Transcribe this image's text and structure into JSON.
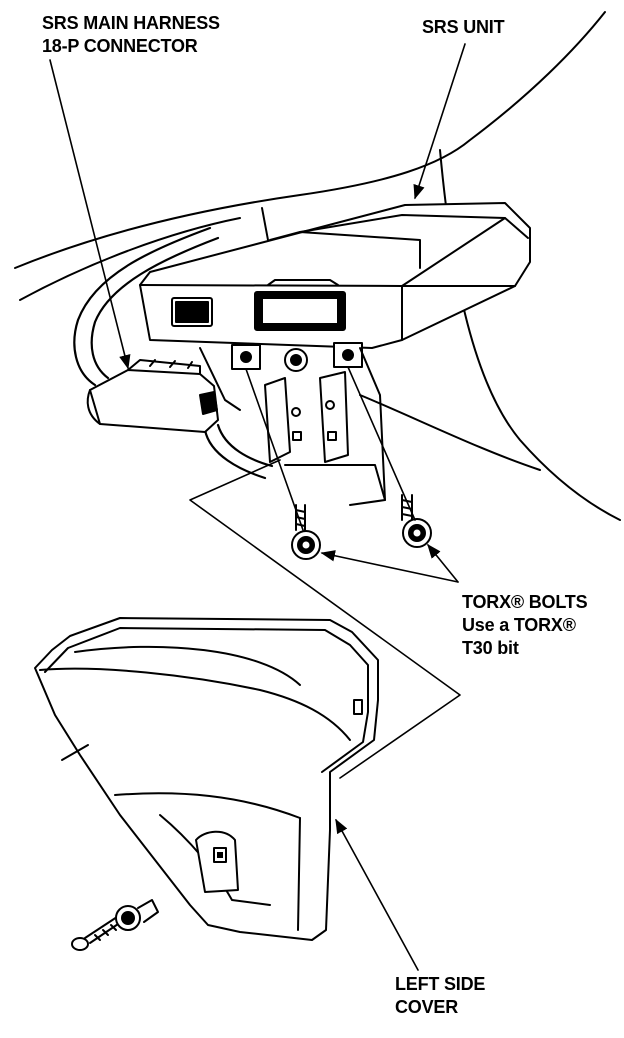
{
  "labels": {
    "harness_line1": "SRS MAIN HARNESS",
    "harness_line2": "18-P CONNECTOR",
    "unit": "SRS UNIT",
    "torx_line1": "TORX® BOLTS",
    "torx_line2": "Use a TORX®",
    "torx_line3": "T30 bit",
    "cover_line1": "LEFT SIDE",
    "cover_line2": "COVER"
  },
  "colors": {
    "ink": "#000000",
    "paper": "#ffffff"
  }
}
